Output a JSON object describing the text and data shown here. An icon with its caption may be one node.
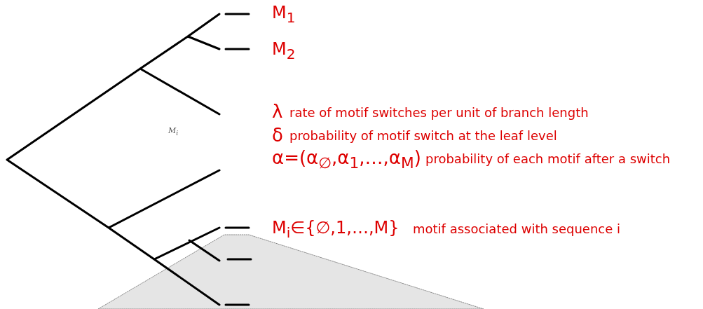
{
  "diagram": {
    "labels": [
      "M$_{1}$",
      "M$_{2}$",
      "λ",
      "rate of motif switches per unit of branch length",
      "M$_{i}$",
      "δ",
      "probability of motif switch at the leaf level",
      "α=(α$_{∅}$,α$_{1}$,…,α$_{M}$)",
      "probability of each motif after a switch",
      "M$_{i}$∈{∅,1,…,M}",
      "motif associated with sequence i"
    ]
  }
}
